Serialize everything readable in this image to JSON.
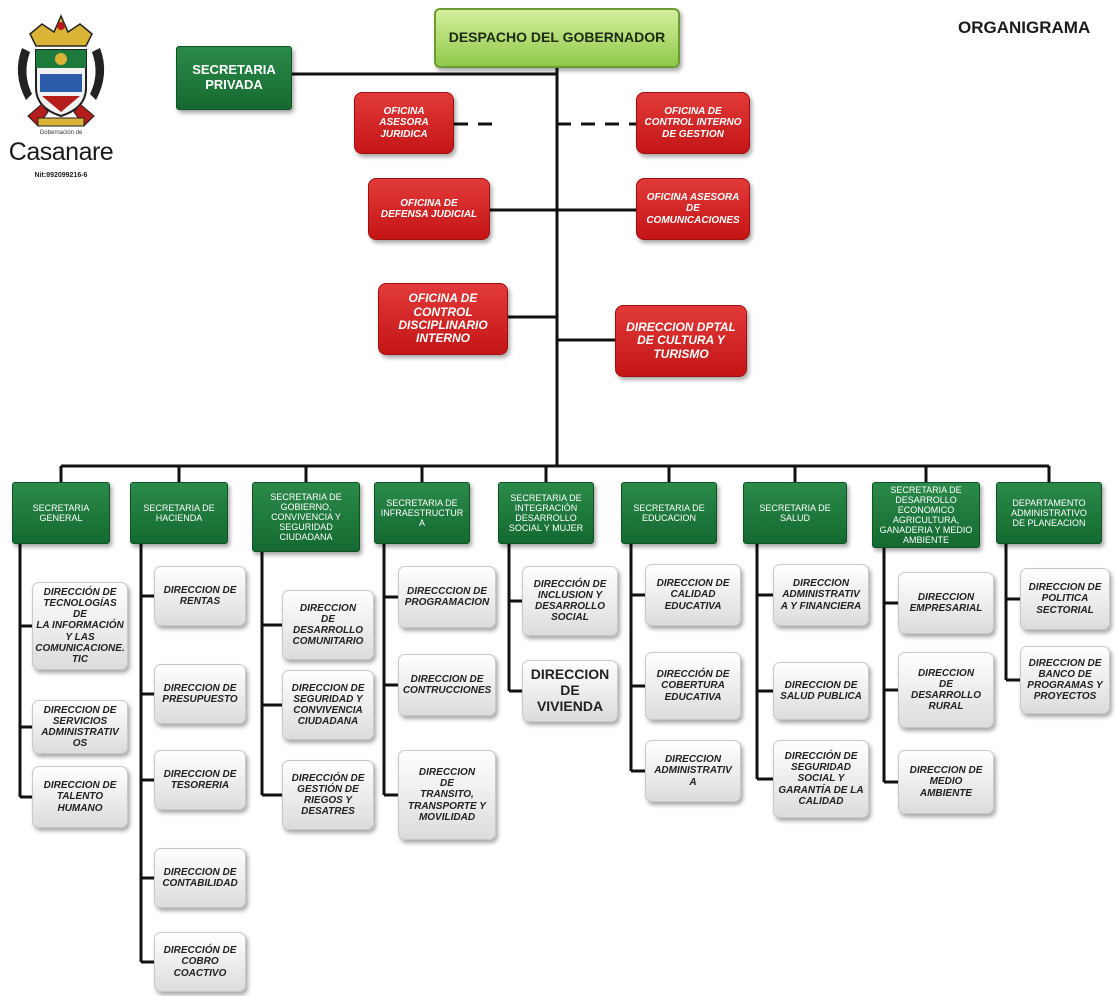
{
  "title": "ORGANIGRAMA",
  "logo": {
    "prefix": "Gobernación de",
    "name": "Casanare",
    "nit": "Nit:892099216-6"
  },
  "top": "DESPACHO DEL GOBERNADOR",
  "secretaria_privada": "SECRETARIA\nPRIVADA",
  "offices": {
    "juridica": "OFICINA\nASESORA\nJURIDICA",
    "control_interno": "OFICINA DE\nCONTROL INTERNO\nDE GESTION",
    "defensa": "OFICINA DE\nDEFENSA JUDICIAL",
    "comunicaciones": "OFICINA ASESORA\nDE\nCOMUNICACIONES",
    "disciplinario": "OFICINA DE\nCONTROL\nDISCIPLINARIO\nINTERNO",
    "cultura": "DIRECCION DPTAL\nDE CULTURA Y\nTURISMO"
  },
  "secretarias": [
    {
      "label": "SECRETARIA\nGENERAL",
      "direcciones": [
        "DIRECCIÓN DE\nTECNOLOGÍAS DE\nLA INFORMACIÓN\nY LAS\nCOMUNICACIONE.\nTIC",
        "DIRECCION DE\nSERVICIOS\nADMINISTRATIV\nOS",
        "DIRECCION DE\nTALENTO\nHUMANO"
      ]
    },
    {
      "label": "SECRETARIA DE\nHACIENDA",
      "direcciones": [
        "DIRECCION DE\nRENTAS",
        "DIRECCION DE\nPRESUPUESTO",
        "DIRECCION DE\nTESORERIA",
        "DIRECCION DE\nCONTABILIDAD",
        "DIRECCIÓN DE\nCOBRO\nCOACTIVO"
      ]
    },
    {
      "label": "SECRETARIA DE\nGOBIERNO,\nCONVIVENCIA Y\nSEGURIDAD\nCIUDADANA",
      "direcciones": [
        "DIRECCION\nDE\nDESARROLLO\nCOMUNITARIO",
        "DIRECCION DE\nSEGURIDAD Y\nCONVIVENCIA\nCIUDADANA",
        "DIRECCIÓN DE\nGESTIÓN DE\nRIEGOS Y\nDESATRES"
      ]
    },
    {
      "label": "SECRETARIA DE\nINFRAESTRUCTUR\nA",
      "direcciones": [
        "DIRECCCION DE\nPROGRAMACION",
        "DIRECCION DE\nCONTRUCCIONES",
        "DIRECCION\nDE\nTRANSITO,\nTRANSPORTE Y\nMOVILIDAD"
      ]
    },
    {
      "label": "SECRETARIA DE\nINTEGRACIÓN\nDESARROLLO\nSOCIAL Y MUJER",
      "direcciones": [
        "DIRECCIÓN DE\nINCLUSION Y\nDESARROLLO\nSOCIAL",
        "DIRECCION DE\nVIVIENDA"
      ]
    },
    {
      "label": "SECRETARIA DE\nEDUCACION",
      "direcciones": [
        "DIRECCION DE\nCALIDAD\nEDUCATIVA",
        "DIRECCIÓN DE\nCOBERTURA\nEDUCATIVA",
        "DIRECCION\nADMINISTRATIV\nA"
      ]
    },
    {
      "label": "SECRETARIA DE\nSALUD",
      "direcciones": [
        "DIRECCION\nADMINISTRATIV\nA Y FINANCIERA",
        "DIRECCION DE\nSALUD PUBLICA",
        "DIRECCIÓN DE\nSEGURIDAD\nSOCIAL Y\nGARANTÍA DE LA\nCALIDAD"
      ]
    },
    {
      "label": "SECRETARIA DE\nDESARROLLO ECONOMICO\nAGRICULTURA,\nGANADERIA Y MEDIO\nAMBIENTE",
      "direcciones": [
        "DIRECCION\nEMPRESARIAL",
        "DIRECCION\nDE\nDESARROLLO\nRURAL",
        "DIRECCION DE\nMEDIO\nAMBIENTE"
      ]
    },
    {
      "label": "DEPARTAMENTO\nADMINISTRATIVO\nDE PLANEACION",
      "direcciones": [
        "DIRECCION DE\nPOLITICA\nSECTORIAL",
        "DIRECCION DE\nBANCO DE\nPROGRAMAS Y\nPROYECTOS"
      ]
    }
  ],
  "colors": {
    "top": "#a6d86a",
    "green": "#1b7a3c",
    "red": "#d42020",
    "gray": "#ececec",
    "line": "#111111"
  }
}
